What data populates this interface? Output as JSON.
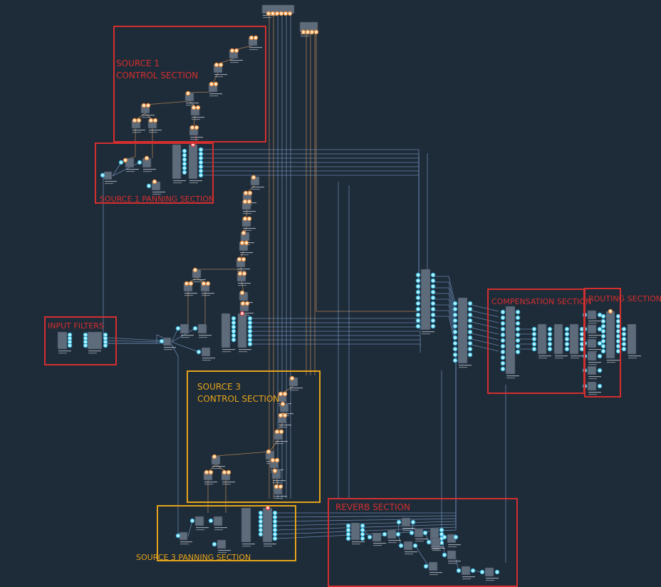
{
  "colors": {
    "background": "#1e2b38",
    "wire": "#6f8fb8",
    "wire_control": "#b8885a",
    "node": "#5e6b7b",
    "node_edge": "#3e4857",
    "port_in": "#b9f3ff",
    "port_in_ring": "#37b8e0",
    "port_ctrl": "#ffe9c8",
    "port_ctrl_ring": "#e88a3a",
    "port_hot": "#e03838",
    "section_red": "#d32f2f",
    "section_yellow": "#e4a31a"
  },
  "sections": [
    {
      "id": "source1-control",
      "label": "SOURCE 1\nCONTROL SECTION",
      "color": "red"
    },
    {
      "id": "source1-panning",
      "label": "SOURCE 1 PANNING SECTION",
      "color": "red"
    },
    {
      "id": "input-filters",
      "label": "INPUT FILTERS",
      "color": "red"
    },
    {
      "id": "source3-control",
      "label": "SOURCE 3\nCONTROL SECTION",
      "color": "yellow"
    },
    {
      "id": "source3-panning",
      "label": "SOURCE 3 PANNING SECTION",
      "color": "yellow"
    },
    {
      "id": "reverb",
      "label": "REVERB SECTION",
      "color": "red"
    },
    {
      "id": "compensation",
      "label": "COMPENSATION SECTION",
      "color": "red"
    },
    {
      "id": "routing",
      "label": "ROUTING SECTION",
      "color": "red"
    }
  ]
}
